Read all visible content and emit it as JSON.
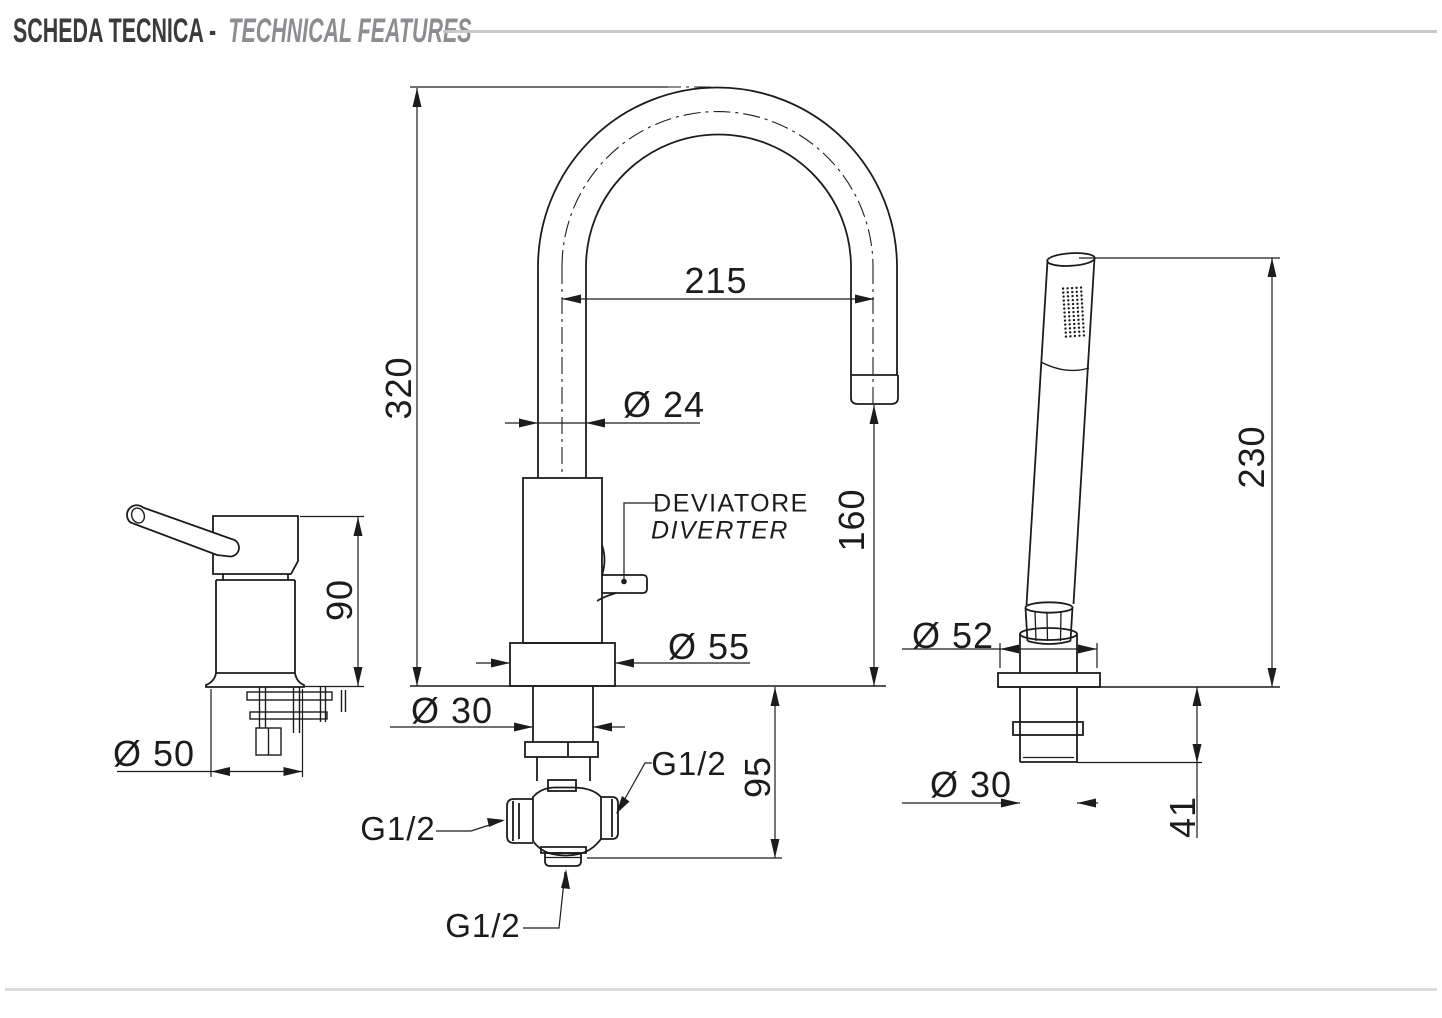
{
  "header": {
    "title_primary": "SCHEDA TECNICA",
    "separator": "-",
    "title_secondary": "TECHNICAL FEATURES"
  },
  "colors": {
    "line": "#1c1c1e",
    "header_dark": "#3b3b3d",
    "header_gray": "#8d8d91",
    "header_rule": "#c9c9cb",
    "footer_rule": "#dadadc"
  },
  "views": {
    "mixer_handle": {
      "height": "90",
      "base_diameter": "Ø 50"
    },
    "spout": {
      "height": "320",
      "reach": "215",
      "pipe_diameter": "Ø 24",
      "outlet_height": "160",
      "base_diameter": "Ø 55",
      "shank_diameter": "Ø 30",
      "under_deck_depth": "95",
      "diverter_label_it": "DEVIATORE",
      "diverter_label_en": "DIVERTER",
      "connection_side_right": "G1/2",
      "connection_side_left": "G1/2",
      "connection_bottom": "G1/2"
    },
    "hand_shower": {
      "height": "230",
      "holder_diameter": "Ø 52",
      "shank_diameter": "Ø 30",
      "under_deck_depth": "41"
    }
  }
}
